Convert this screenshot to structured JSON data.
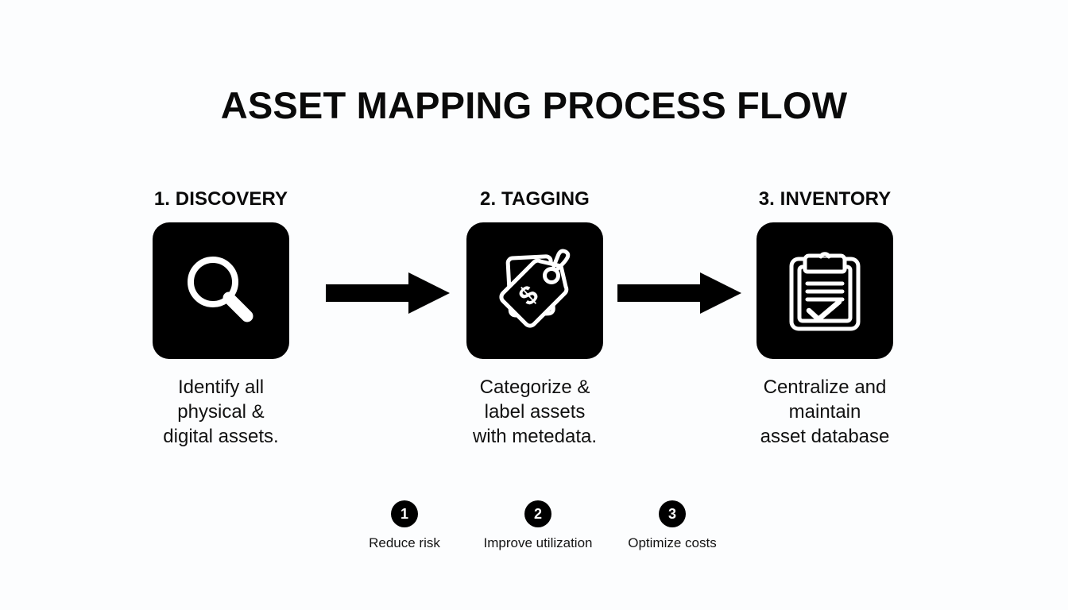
{
  "page": {
    "title": "ASSET MAPPING PROCESS FLOW",
    "background_color": "#fcfdfe",
    "ink_color": "#0a0a0a",
    "tile_color": "#000000",
    "icon_color": "#ffffff"
  },
  "steps": [
    {
      "heading": "1. DISCOVERY",
      "icon": "magnifier-icon",
      "description_lines": [
        "Identify all",
        "physical &",
        "digital assets."
      ]
    },
    {
      "heading": "2. TAGGING",
      "icon": "price-tag-icon",
      "description_lines": [
        "Categorize &",
        "label assets",
        "with metedata."
      ]
    },
    {
      "heading": "3. INVENTORY",
      "icon": "clipboard-check-icon",
      "description_lines": [
        "Centralize and",
        "maintain",
        "asset database"
      ]
    }
  ],
  "connectors": [
    {
      "icon": "arrow-right-icon"
    },
    {
      "icon": "arrow-right-icon"
    }
  ],
  "benefits": [
    {
      "number": "1",
      "label": "Reduce risk"
    },
    {
      "number": "2",
      "label": "Improve utilization"
    },
    {
      "number": "3",
      "label": "Optimize costs"
    }
  ]
}
